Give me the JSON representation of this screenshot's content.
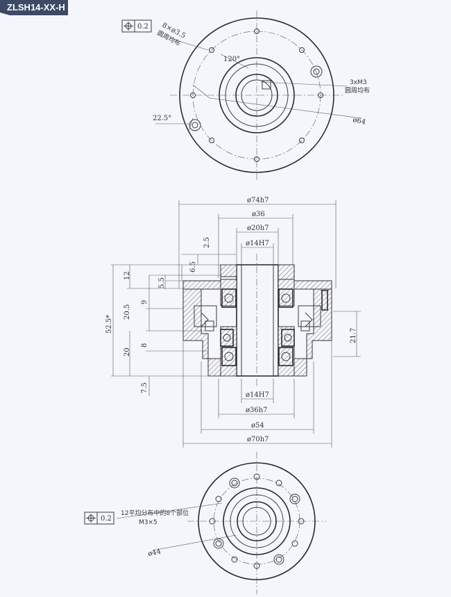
{
  "model_tag": "ZLSH14-XX-H",
  "top_view": {
    "tolerance_value": "0.2",
    "holes_qty": "8×ø3.5",
    "holes_note": "圆周均布",
    "angle_120": "120°",
    "angle_22": "22.5°",
    "thread_qty": "3xM3",
    "thread_note": "圆周均布",
    "pcd": "ø64"
  },
  "section_view": {
    "top_dims": [
      "ø74h7",
      "ø36",
      "ø20h7",
      "ø14H7"
    ],
    "bottom_dims": [
      "ø14H7",
      "ø36h7",
      "ø54",
      "ø70h7"
    ],
    "vertical_dims": [
      "2.5",
      "6.5",
      "5.5",
      "12",
      "9",
      "20.5",
      "52.5*",
      "8",
      "20",
      "7.5"
    ],
    "right_dim": "21.7"
  },
  "bottom_view": {
    "tolerance_value": "0.2",
    "holes_note": "12平均分布中的8个部位",
    "thread": "M3×5",
    "pcd": "ø44"
  }
}
